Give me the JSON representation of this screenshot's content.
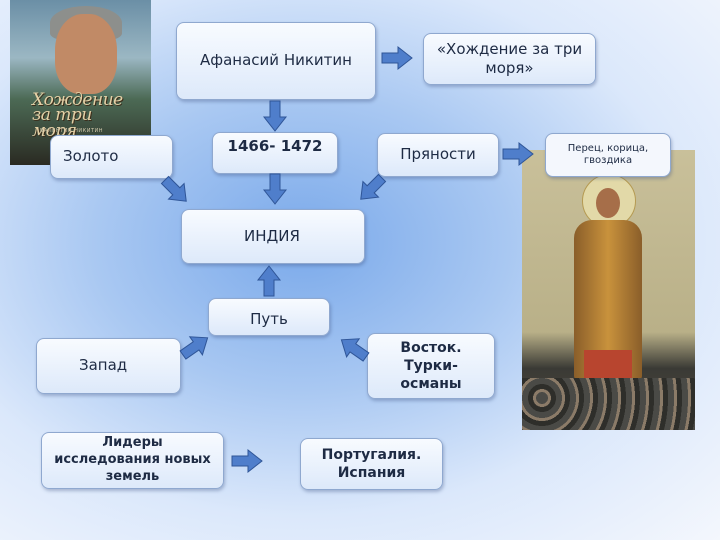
{
  "nodes": {
    "nikitin": "Афанасий Никитин",
    "khozhdenie": "«Хождение за три моря»",
    "gold": "Золото",
    "years": "1466- 1472",
    "spices": "Пряности",
    "spice_list": "Перец, корица, гвоздика",
    "india": "ИНДИЯ",
    "path": "Путь",
    "west": "Запад",
    "east": "Восток. Турки-османы",
    "leaders": "Лидеры исследования новых земель",
    "portugal": "Португалия. Испания"
  },
  "poster": {
    "title": "Хождение за три моря",
    "subtitle": "ВАЛЕНТИН НИКИТИН"
  },
  "colors": {
    "arrow_fill": "#4f7ecb",
    "arrow_stroke": "#2f5597",
    "box_border": "#8fa8cf",
    "text": "#1e2b44"
  },
  "icons": [
    "movie-poster-image",
    "mughal-portrait-image",
    "arrow-right",
    "arrow-down",
    "arrow-up",
    "arrow-diagonal"
  ]
}
